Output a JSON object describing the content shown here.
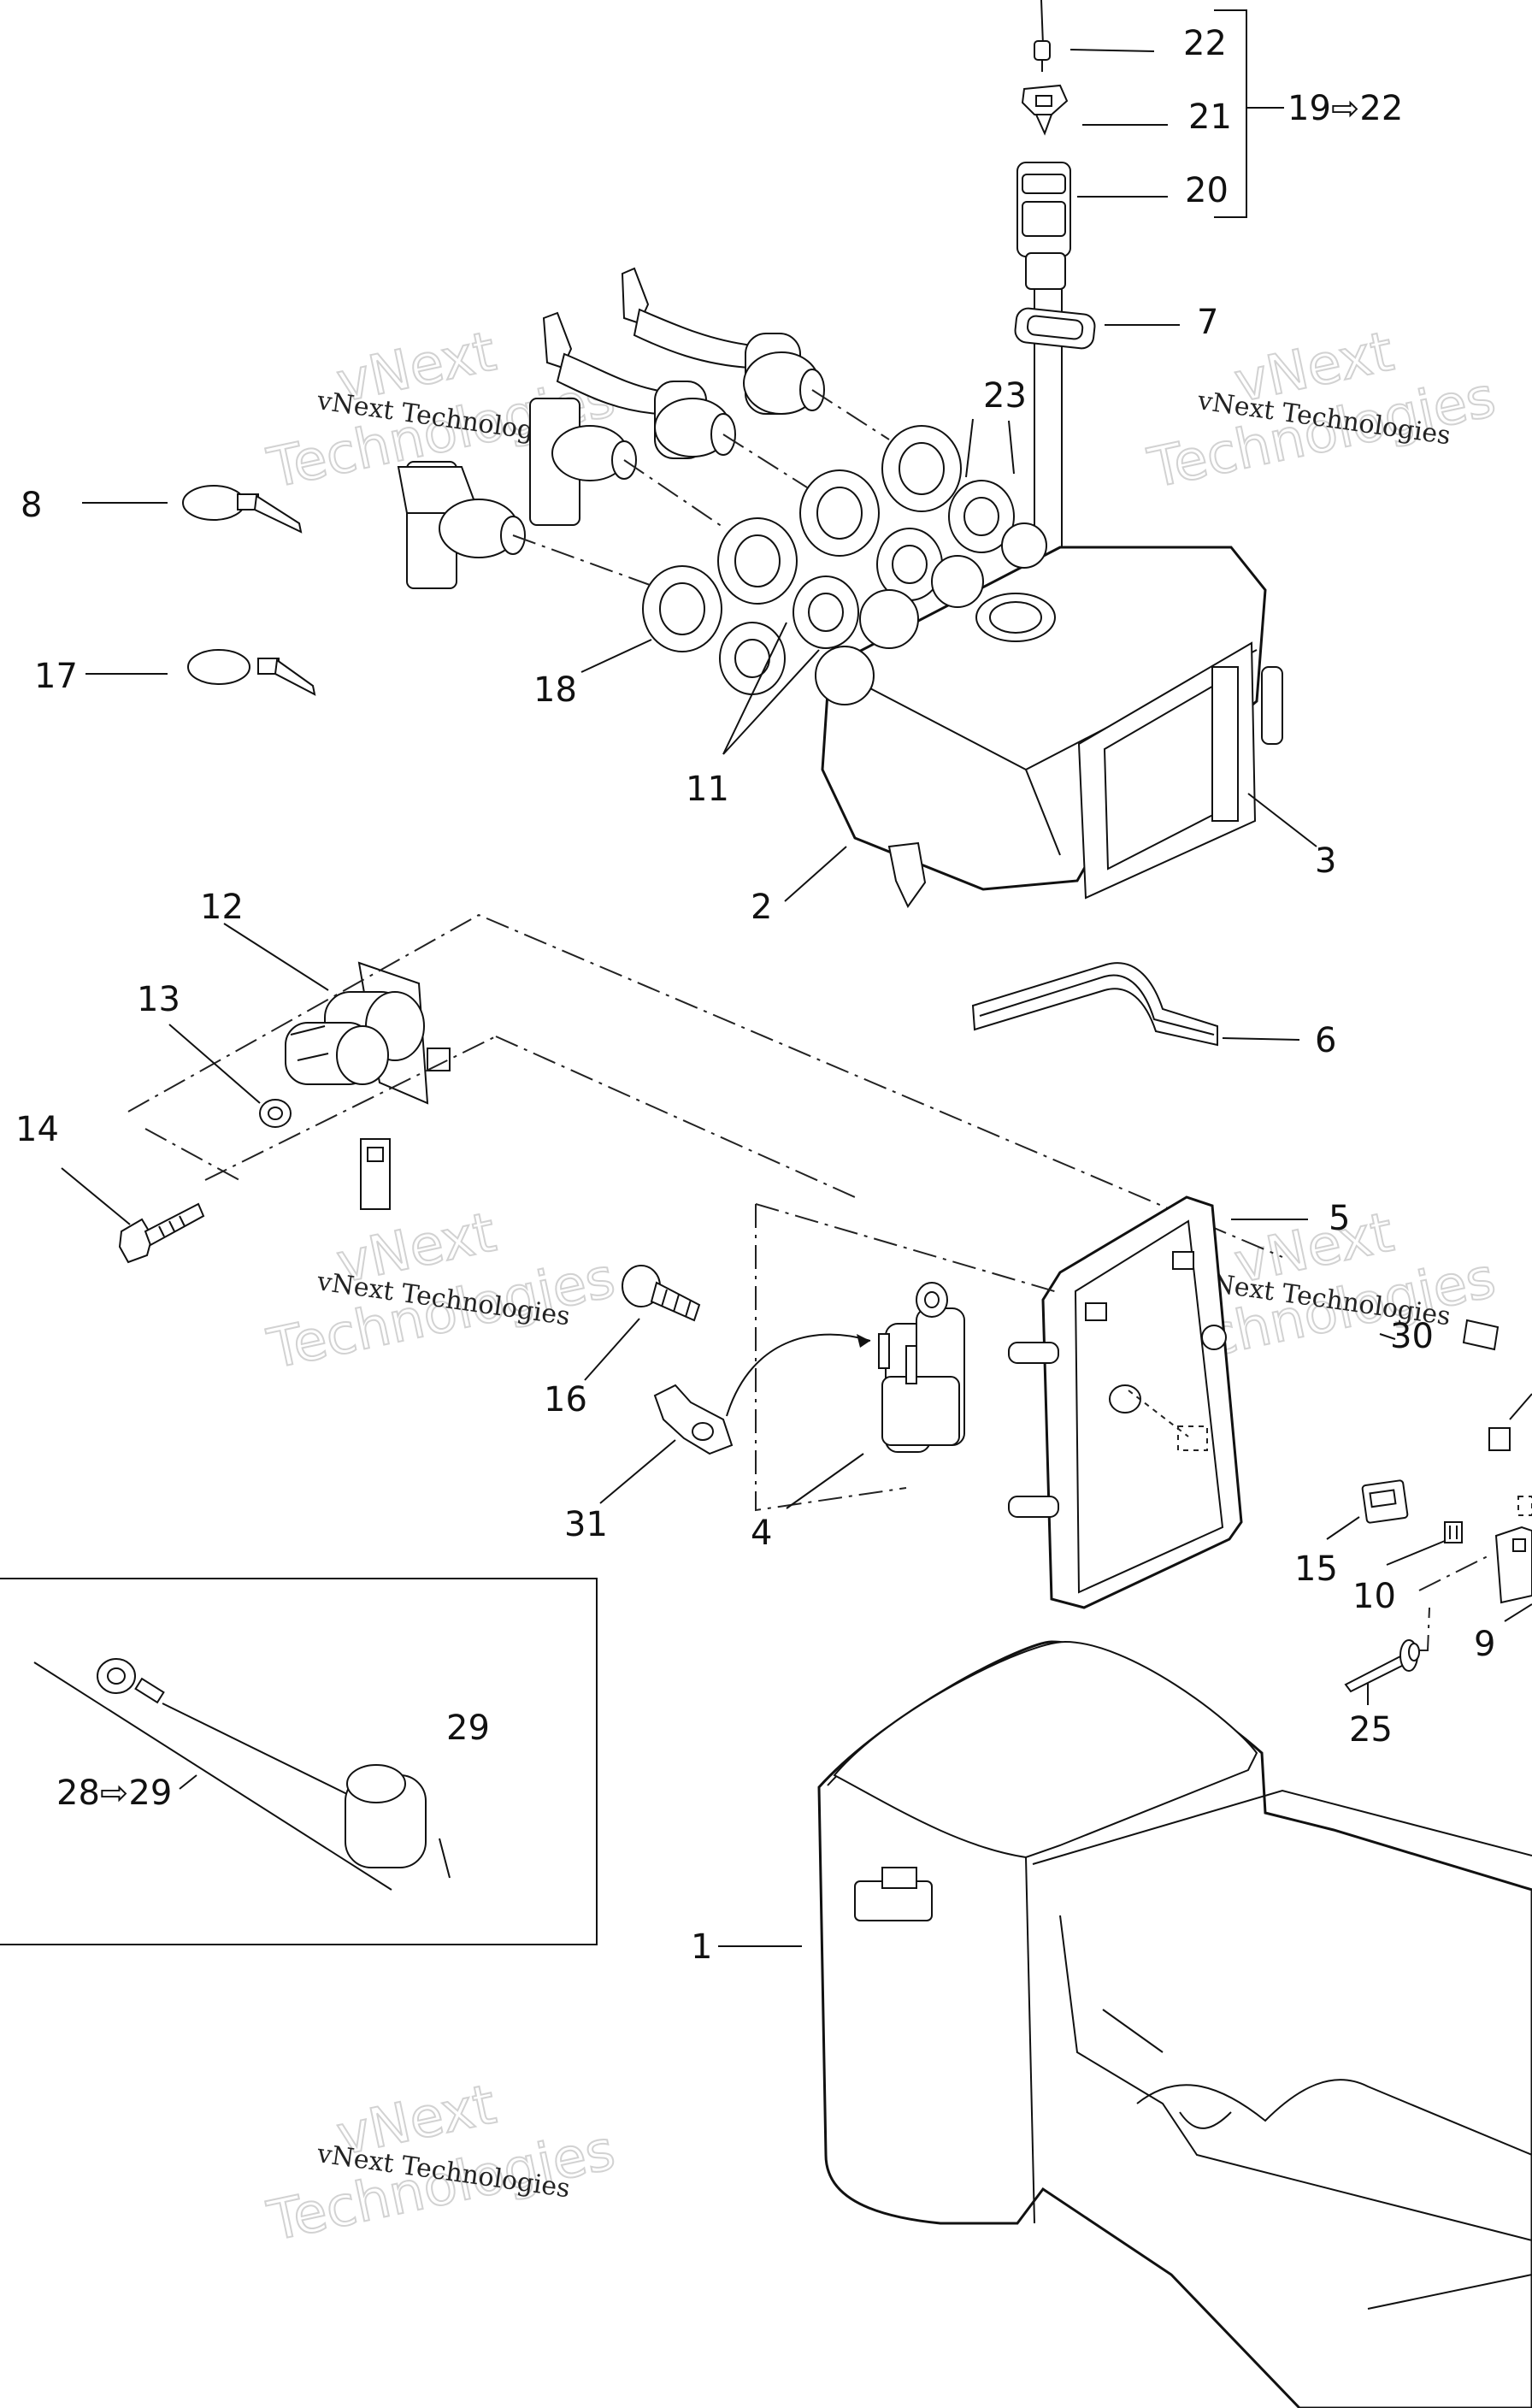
{
  "labels": {
    "l1": "1",
    "l2": "2",
    "l3": "3",
    "l4": "4",
    "l5": "5",
    "l6": "6",
    "l7": "7",
    "l8": "8",
    "l9": "9",
    "l10": "10",
    "l11": "11",
    "l12": "12",
    "l13": "13",
    "l14": "14",
    "l15": "15",
    "l16": "16",
    "l17": "17",
    "l18": "18",
    "l19_22": "19⇨22",
    "l20": "20",
    "l21": "21",
    "l22": "22",
    "l23": "23",
    "l25": "25",
    "l28_29": "28⇨29",
    "l29": "29",
    "l30": "30",
    "l31": "31"
  },
  "watermark": {
    "line_a": "vNext Technologies",
    "line_b1": "vNext",
    "line_b2": "Technologies"
  }
}
